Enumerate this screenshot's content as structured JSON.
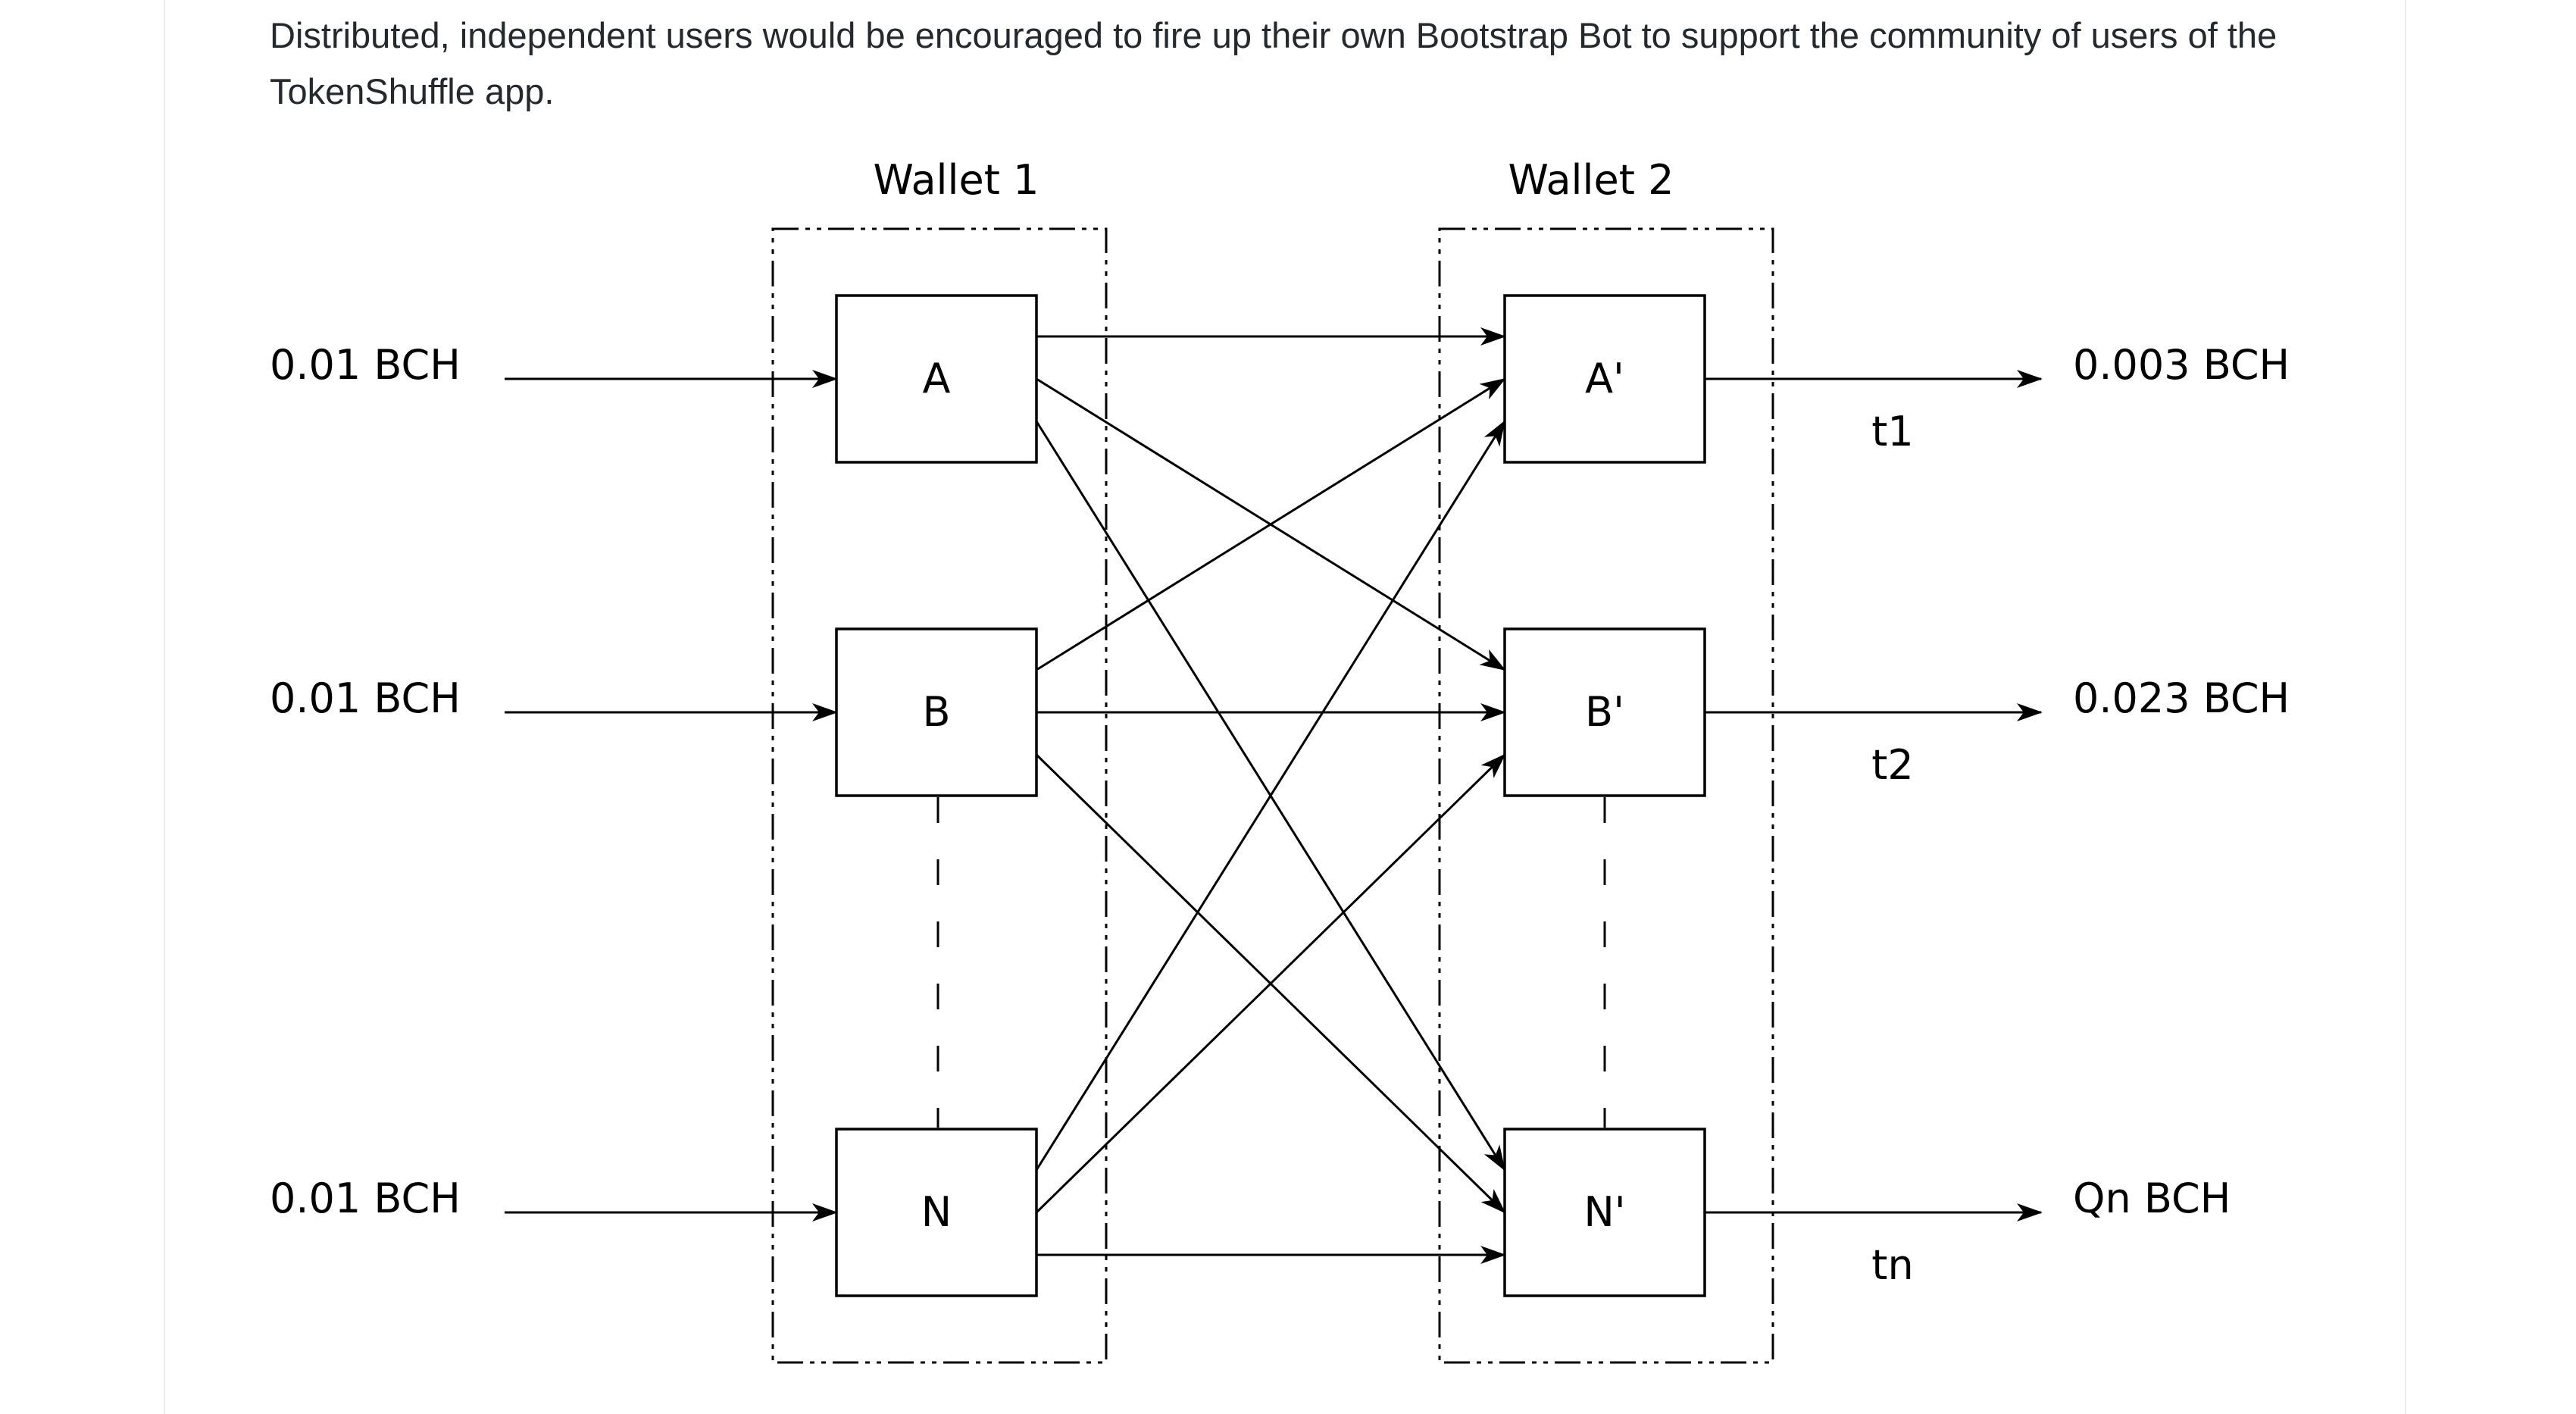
{
  "intro_text": "Distributed, independent users would be encouraged to fire up their own Bootstrap Bot to support the community of users of the TokenShuffle app.",
  "diagram": {
    "wallets": [
      "Wallet 1",
      "Wallet 2"
    ],
    "inputs": [
      "0.01 BCH",
      "0.01 BCH",
      "0.01 BCH"
    ],
    "wallet1_nodes": [
      "A",
      "B",
      "N"
    ],
    "wallet2_nodes": [
      "A'",
      "B'",
      "N'"
    ],
    "outputs": [
      "0.003 BCH",
      "0.023 BCH",
      "Qn BCH"
    ],
    "times": [
      "t1",
      "t2",
      "tn"
    ],
    "connections": [
      [
        "A",
        "A'"
      ],
      [
        "A",
        "B'"
      ],
      [
        "A",
        "N'"
      ],
      [
        "B",
        "A'"
      ],
      [
        "B",
        "B'"
      ],
      [
        "B",
        "N'"
      ],
      [
        "N",
        "A'"
      ],
      [
        "N",
        "B'"
      ],
      [
        "N",
        "N'"
      ]
    ]
  }
}
